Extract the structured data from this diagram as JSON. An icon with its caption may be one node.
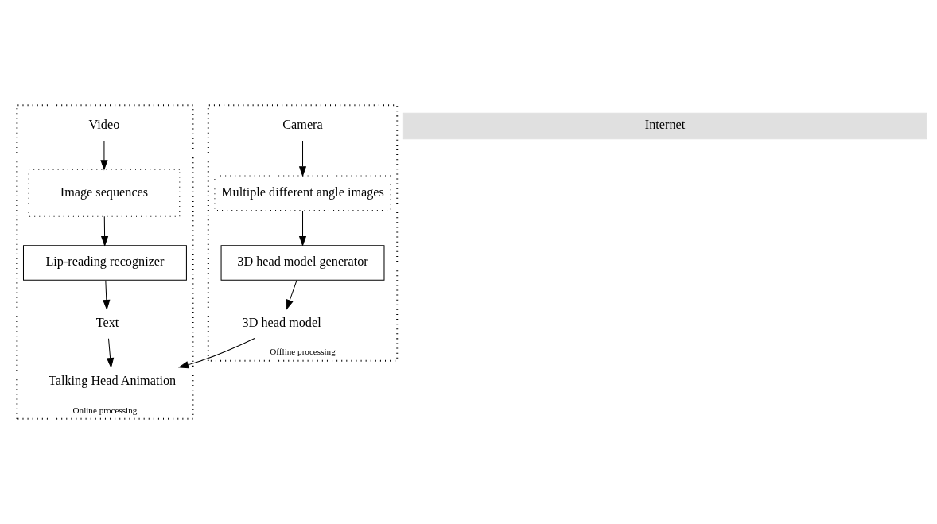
{
  "diagram": {
    "nodes": [
      {
        "text": [
          "Online processing"
        ]
      },
      {
        "text": [
          "Video"
        ],
        "in": 0
      },
      {
        "text": [
          "Image sequences"
        ],
        "in": 0
      },
      {
        "text": [
          "Lip-reading recognizer"
        ],
        "in": 0
      },
      {
        "text": [
          "Text"
        ],
        "in": 0
      },
      {
        "text": [
          "Talking Head Animation"
        ],
        "in": 0
      },
      {
        "text": [
          "Offline processing"
        ]
      },
      {
        "text": [
          "Camera"
        ],
        "in": 6
      },
      {
        "text": [
          "Multiple different angle images"
        ],
        "in": 6
      },
      {
        "text": [
          "3D head model generator"
        ],
        "in": 6
      },
      {
        "text": [
          "3D head model"
        ],
        "in": 6
      },
      {
        "text": [
          "Internet"
        ]
      }
    ],
    "edges": [
      {
        "from": 1,
        "to": 2,
        "arrow": "to"
      },
      {
        "from": 2,
        "to": 3,
        "arrow": "to"
      },
      {
        "from": 3,
        "to": 4,
        "arrow": "to"
      },
      {
        "from": 4,
        "to": 5,
        "arrow": "to"
      },
      {
        "from": 7,
        "to": 8,
        "arrow": "to"
      },
      {
        "from": 8,
        "to": 9,
        "arrow": "to"
      },
      {
        "from": 9,
        "to": 10,
        "arrow": "to"
      },
      {
        "from": 10,
        "to": 5,
        "arrow": "to"
      }
    ]
  }
}
